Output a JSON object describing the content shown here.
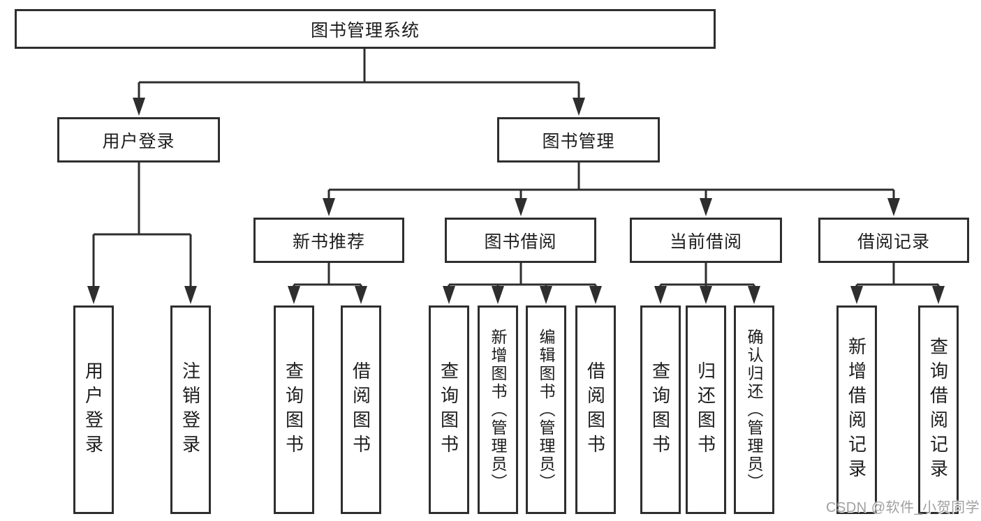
{
  "watermark": "CSDN @软件_小贺同学",
  "colors": {
    "line": "#2e2e2e",
    "node_border": "#2e2e2e",
    "text": "#1d1d1d",
    "watermark": "#a0a0a0",
    "background": "#ffffff"
  },
  "tree": {
    "root": {
      "label": "图书管理系统"
    },
    "branches": [
      {
        "label": "用户登录",
        "leaves": [
          {
            "label": "用户登录"
          },
          {
            "label": "注销登录"
          }
        ]
      },
      {
        "label": "图书管理",
        "groups": [
          {
            "label": "新书推荐",
            "leaves": [
              {
                "label": "查询图书"
              },
              {
                "label": "借阅图书"
              }
            ]
          },
          {
            "label": "图书借阅",
            "leaves": [
              {
                "label": "查询图书"
              },
              {
                "label": "新增图书（管理员）"
              },
              {
                "label": "编辑图书（管理员）"
              },
              {
                "label": "借阅图书"
              }
            ]
          },
          {
            "label": "当前借阅",
            "leaves": [
              {
                "label": "查询图书"
              },
              {
                "label": "归还图书"
              },
              {
                "label": "确认归还（管理员）"
              }
            ]
          },
          {
            "label": "借阅记录",
            "leaves": [
              {
                "label": "新增借阅记录"
              },
              {
                "label": "查询借阅记录"
              }
            ]
          }
        ]
      }
    ]
  }
}
